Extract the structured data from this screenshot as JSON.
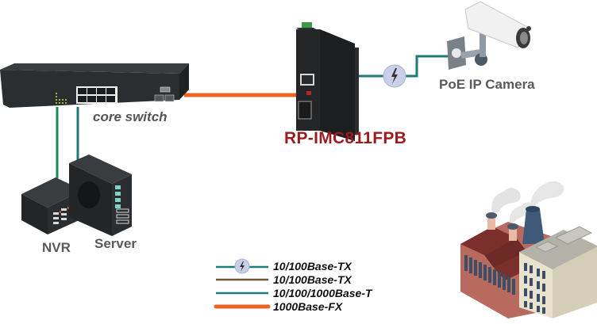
{
  "diagram": {
    "devices": {
      "core_switch": {
        "label": "core switch"
      },
      "media_converter": {
        "label": "RP-IMC811FPB"
      },
      "camera": {
        "label": "PoE IP Camera"
      },
      "nvr": {
        "label": "NVR"
      },
      "server": {
        "label": "Server"
      },
      "factory": {
        "label": ""
      }
    },
    "legend": [
      {
        "label": "10/100Base-TX",
        "line": "poe",
        "color": "#1e7b76",
        "icon": "lightning-icon"
      },
      {
        "label": "10/100Base-TX",
        "line": "copper",
        "color": "#6d5638",
        "icon": ""
      },
      {
        "label": "10/100/1000Base-T",
        "line": "gigabit",
        "color": "#1e7b76",
        "icon": ""
      },
      {
        "label": "1000Base-FX",
        "line": "fiber",
        "color": "#ec6424",
        "icon": ""
      }
    ],
    "colors": {
      "fiber": "#ec6424",
      "copper_teal": "#1e7b76",
      "green_link": "#1a8a5a",
      "model_red": "#9b1c1f",
      "device_dark": "#2b2e30"
    }
  }
}
